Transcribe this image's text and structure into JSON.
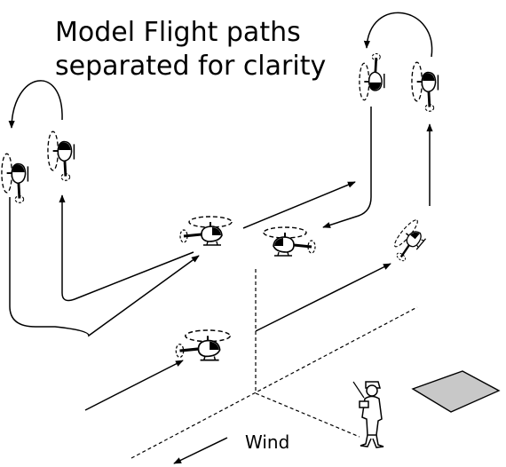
{
  "diagram": {
    "title_line_1": "Model Flight paths",
    "title_line_2": "separated for clarity",
    "wind_label": "Wind"
  },
  "colors": {
    "line": "#000000",
    "background": "#ffffff",
    "landing_pad": "#c8c8c8"
  },
  "icons": [
    "helicopter-icon",
    "pilot-figure",
    "landing-pad"
  ]
}
